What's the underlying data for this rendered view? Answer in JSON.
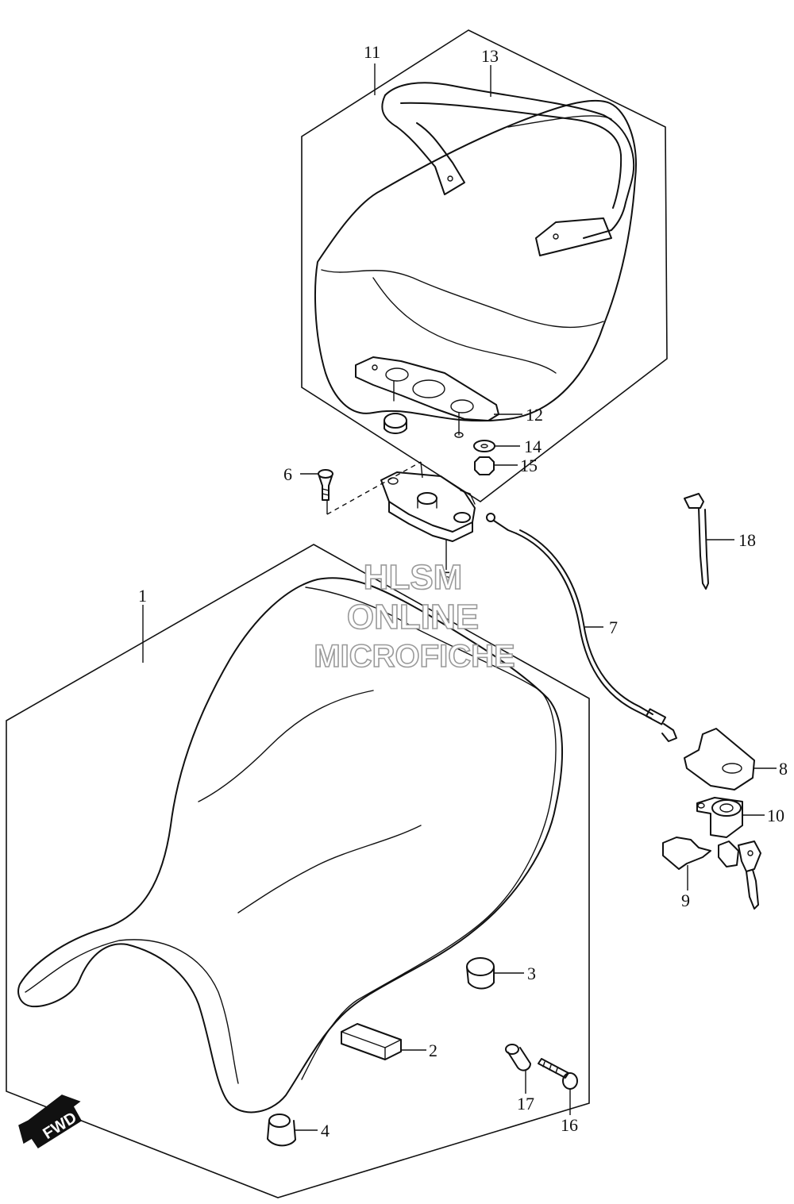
{
  "callouts": {
    "c1": "1",
    "c2": "2",
    "c3": "3",
    "c4": "4",
    "c5": "5",
    "c6": "6",
    "c7": "7",
    "c8": "8",
    "c9": "9",
    "c10": "10",
    "c11": "11",
    "c12": "12",
    "c13": "13",
    "c14": "14",
    "c15": "15",
    "c16": "16",
    "c17": "17",
    "c18": "18"
  },
  "watermark": {
    "line1": "HLSM",
    "line2": "ONLINE",
    "line3": "MICROFICHE"
  },
  "fwd_label": "FWD",
  "colors": {
    "ink": "#111111",
    "watermark_outline": "#9a9a9a"
  }
}
